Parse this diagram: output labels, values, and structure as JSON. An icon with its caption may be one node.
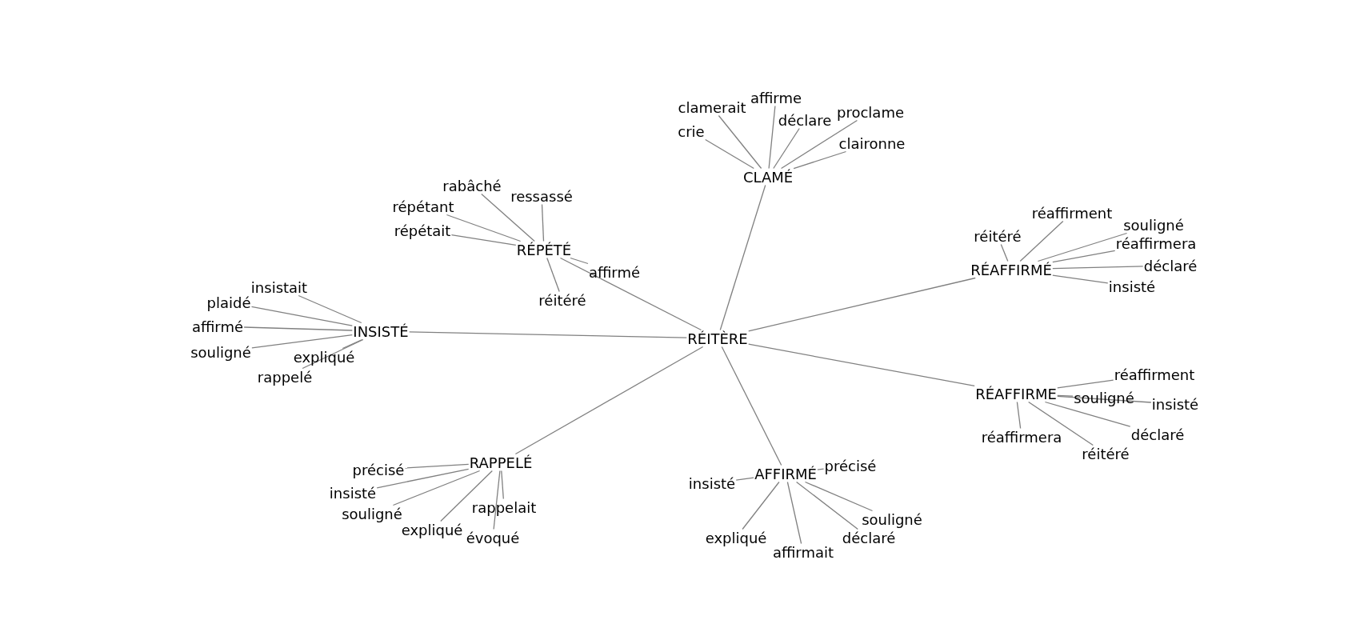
{
  "diagram": {
    "nodes": [
      {
        "text": [
          "RÉITÈRE"
        ]
      },
      {
        "text": [
          "CLAMÉ"
        ]
      },
      {
        "text": [
          "crie"
        ]
      },
      {
        "text": [
          "clamerait"
        ]
      },
      {
        "text": [
          "affirme"
        ]
      },
      {
        "text": [
          "déclare"
        ]
      },
      {
        "text": [
          "proclame"
        ]
      },
      {
        "text": [
          "claironne"
        ]
      },
      {
        "text": [
          "RÉPÉTÉ"
        ]
      },
      {
        "text": [
          "rabâché"
        ]
      },
      {
        "text": [
          "ressassé"
        ]
      },
      {
        "text": [
          "répétant"
        ]
      },
      {
        "text": [
          "répétait"
        ]
      },
      {
        "text": [
          "affirmé"
        ]
      },
      {
        "text": [
          "réitéré"
        ]
      },
      {
        "text": [
          "INSISTÉ"
        ]
      },
      {
        "text": [
          "insistait"
        ]
      },
      {
        "text": [
          "plaidé"
        ]
      },
      {
        "text": [
          "affirmé"
        ]
      },
      {
        "text": [
          "souligné"
        ]
      },
      {
        "text": [
          "expliqué"
        ]
      },
      {
        "text": [
          "rappelé"
        ]
      },
      {
        "text": [
          "RÉAFFIRMÉ"
        ]
      },
      {
        "text": [
          "réitéré"
        ]
      },
      {
        "text": [
          "réaffirment"
        ]
      },
      {
        "text": [
          "souligné"
        ]
      },
      {
        "text": [
          "réaffirmera"
        ]
      },
      {
        "text": [
          "déclaré"
        ]
      },
      {
        "text": [
          "insisté"
        ]
      },
      {
        "text": [
          "RÉAFFIRME"
        ]
      },
      {
        "text": [
          "réaffirment"
        ]
      },
      {
        "text": [
          "souligné"
        ]
      },
      {
        "text": [
          "insisté"
        ]
      },
      {
        "text": [
          "réaffirmera"
        ]
      },
      {
        "text": [
          "déclaré"
        ]
      },
      {
        "text": [
          "réitéré"
        ]
      },
      {
        "text": [
          "RAPPELÉ"
        ]
      },
      {
        "text": [
          "précisé"
        ]
      },
      {
        "text": [
          "insisté"
        ]
      },
      {
        "text": [
          "souligné"
        ]
      },
      {
        "text": [
          "expliqué"
        ]
      },
      {
        "text": [
          "évoqué"
        ]
      },
      {
        "text": [
          "rappelait"
        ]
      },
      {
        "text": [
          "AFFIRMÉ"
        ]
      },
      {
        "text": [
          "insisté"
        ]
      },
      {
        "text": [
          "précisé"
        ]
      },
      {
        "text": [
          "expliqué"
        ]
      },
      {
        "text": [
          "affirmait"
        ]
      },
      {
        "text": [
          "déclaré"
        ]
      },
      {
        "text": [
          "souligné"
        ]
      }
    ],
    "edges": [
      {
        "from": 0,
        "to": 1,
        "arrow": "none"
      },
      {
        "from": 0,
        "to": 8,
        "arrow": "none"
      },
      {
        "from": 0,
        "to": 15,
        "arrow": "none"
      },
      {
        "from": 0,
        "to": 22,
        "arrow": "none"
      },
      {
        "from": 0,
        "to": 29,
        "arrow": "none"
      },
      {
        "from": 0,
        "to": 36,
        "arrow": "none"
      },
      {
        "from": 0,
        "to": 43,
        "arrow": "none"
      },
      {
        "from": 1,
        "to": 2,
        "arrow": "none"
      },
      {
        "from": 1,
        "to": 3,
        "arrow": "none"
      },
      {
        "from": 1,
        "to": 4,
        "arrow": "none"
      },
      {
        "from": 1,
        "to": 5,
        "arrow": "none"
      },
      {
        "from": 1,
        "to": 6,
        "arrow": "none"
      },
      {
        "from": 1,
        "to": 7,
        "arrow": "none"
      },
      {
        "from": 8,
        "to": 9,
        "arrow": "none"
      },
      {
        "from": 8,
        "to": 10,
        "arrow": "none"
      },
      {
        "from": 8,
        "to": 11,
        "arrow": "none"
      },
      {
        "from": 8,
        "to": 12,
        "arrow": "none"
      },
      {
        "from": 8,
        "to": 13,
        "arrow": "none"
      },
      {
        "from": 8,
        "to": 14,
        "arrow": "none"
      },
      {
        "from": 15,
        "to": 16,
        "arrow": "none"
      },
      {
        "from": 15,
        "to": 17,
        "arrow": "none"
      },
      {
        "from": 15,
        "to": 18,
        "arrow": "none"
      },
      {
        "from": 15,
        "to": 19,
        "arrow": "none"
      },
      {
        "from": 15,
        "to": 20,
        "arrow": "none"
      },
      {
        "from": 15,
        "to": 21,
        "arrow": "none"
      },
      {
        "from": 22,
        "to": 23,
        "arrow": "none"
      },
      {
        "from": 22,
        "to": 24,
        "arrow": "none"
      },
      {
        "from": 22,
        "to": 25,
        "arrow": "none"
      },
      {
        "from": 22,
        "to": 26,
        "arrow": "none"
      },
      {
        "from": 22,
        "to": 27,
        "arrow": "none"
      },
      {
        "from": 22,
        "to": 28,
        "arrow": "none"
      },
      {
        "from": 29,
        "to": 30,
        "arrow": "none"
      },
      {
        "from": 29,
        "to": 31,
        "arrow": "none"
      },
      {
        "from": 29,
        "to": 32,
        "arrow": "none"
      },
      {
        "from": 29,
        "to": 33,
        "arrow": "none"
      },
      {
        "from": 29,
        "to": 34,
        "arrow": "none"
      },
      {
        "from": 29,
        "to": 35,
        "arrow": "none"
      },
      {
        "from": 36,
        "to": 37,
        "arrow": "none"
      },
      {
        "from": 36,
        "to": 38,
        "arrow": "none"
      },
      {
        "from": 36,
        "to": 39,
        "arrow": "none"
      },
      {
        "from": 36,
        "to": 40,
        "arrow": "none"
      },
      {
        "from": 36,
        "to": 41,
        "arrow": "none"
      },
      {
        "from": 36,
        "to": 42,
        "arrow": "none"
      },
      {
        "from": 43,
        "to": 44,
        "arrow": "none"
      },
      {
        "from": 43,
        "to": 45,
        "arrow": "none"
      },
      {
        "from": 43,
        "to": 46,
        "arrow": "none"
      },
      {
        "from": 43,
        "to": 47,
        "arrow": "none"
      },
      {
        "from": 43,
        "to": 48,
        "arrow": "none"
      },
      {
        "from": 43,
        "to": 49,
        "arrow": "none"
      }
    ]
  }
}
